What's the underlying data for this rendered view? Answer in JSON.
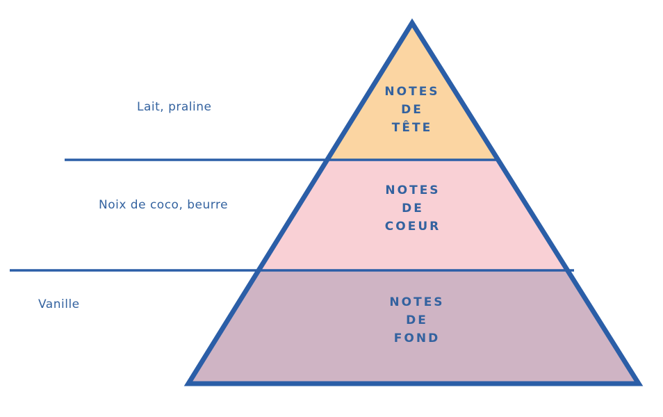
{
  "colors": {
    "outline": "#2b5ea7",
    "text": "#33629f",
    "background": "#ffffff"
  },
  "levels": [
    {
      "id": "tete",
      "label": [
        "NOTES",
        "DE",
        "TÊTE"
      ],
      "side_label": "Lait, praline",
      "fill": "#fbd5a2"
    },
    {
      "id": "coeur",
      "label": [
        "NOTES",
        "DE",
        "COEUR"
      ],
      "side_label": "Noix de coco, beurre",
      "fill": "#f9d0d5"
    },
    {
      "id": "fond",
      "label": [
        "NOTES",
        "DE",
        "FOND"
      ],
      "side_label": "Vanille",
      "fill": "#cfb4c4"
    }
  ]
}
